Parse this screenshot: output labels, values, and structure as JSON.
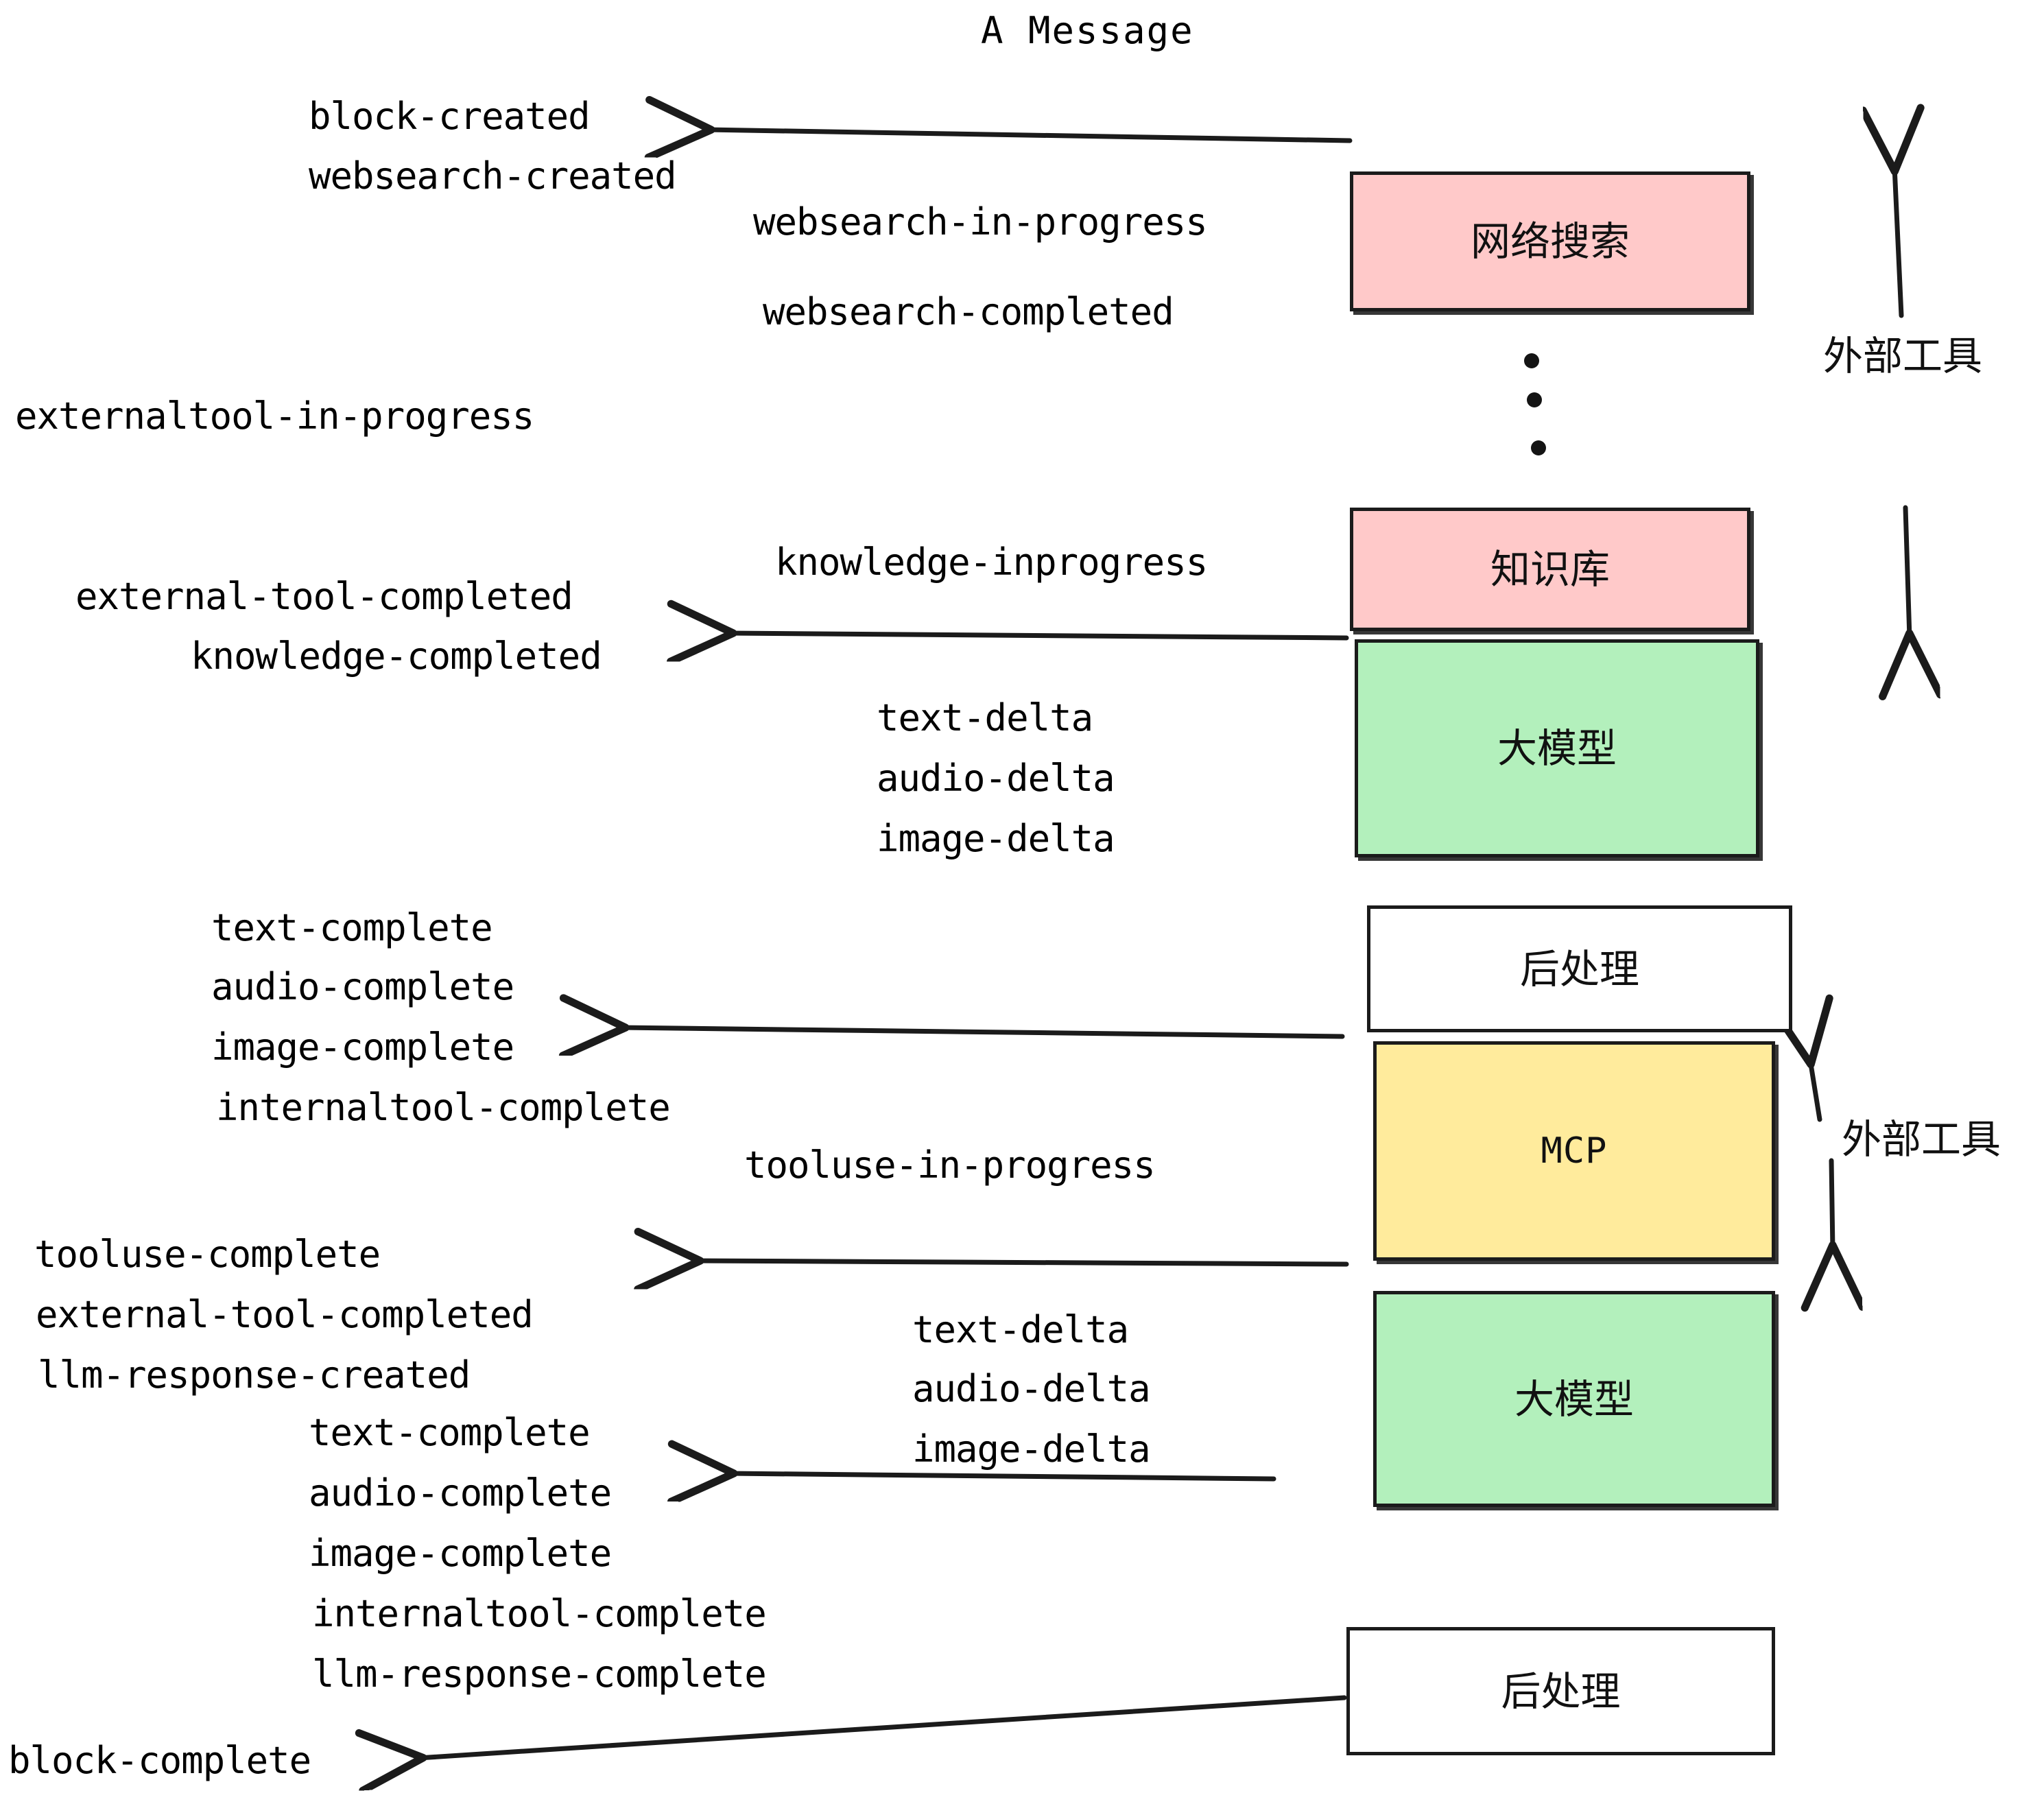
{
  "diagram": {
    "title": "A Message",
    "nodes": [
      {
        "id": "websearch",
        "label": "网络搜索",
        "color": "#ffc9c9",
        "script": "cjk"
      },
      {
        "id": "knowledge",
        "label": "知识库",
        "color": "#ffc9c9",
        "script": "cjk"
      },
      {
        "id": "llm-top",
        "label": "大模型",
        "color": "#b3f0bc",
        "script": "cjk"
      },
      {
        "id": "post-top",
        "label": "后处理",
        "color": "#ffffff",
        "script": "cjk"
      },
      {
        "id": "mcp",
        "label": "MCP",
        "color": "#ffeb9c",
        "script": "latin"
      },
      {
        "id": "llm-bottom",
        "label": "大模型",
        "color": "#b3f0bc",
        "script": "cjk"
      },
      {
        "id": "post-bottom",
        "label": "后处理",
        "color": "#ffffff",
        "script": "cjk"
      }
    ],
    "side_labels": [
      {
        "id": "external-tools-top",
        "text": "外部工具"
      },
      {
        "id": "external-tools-bottom",
        "text": "外部工具"
      }
    ],
    "events": [
      {
        "id": "block-created",
        "text": "block-created"
      },
      {
        "id": "websearch-created",
        "text": "websearch-created"
      },
      {
        "id": "websearch-in-progress",
        "text": "websearch-in-progress"
      },
      {
        "id": "websearch-completed",
        "text": "websearch-completed"
      },
      {
        "id": "externaltool-in-progress",
        "text": "externaltool-in-progress"
      },
      {
        "id": "knowledge-inprogress",
        "text": "knowledge-inprogress"
      },
      {
        "id": "external-tool-completed-1",
        "text": "external-tool-completed"
      },
      {
        "id": "knowledge-completed",
        "text": "knowledge-completed"
      },
      {
        "id": "text-delta-1",
        "text": "text-delta"
      },
      {
        "id": "audio-delta-1",
        "text": "audio-delta"
      },
      {
        "id": "image-delta-1",
        "text": "image-delta"
      },
      {
        "id": "text-complete-1",
        "text": "text-complete"
      },
      {
        "id": "audio-complete-1",
        "text": "audio-complete"
      },
      {
        "id": "image-complete-1",
        "text": "image-complete"
      },
      {
        "id": "internaltool-complete-1",
        "text": "internaltool-complete"
      },
      {
        "id": "tooluse-in-progress",
        "text": "tooluse-in-progress"
      },
      {
        "id": "tooluse-complete",
        "text": "tooluse-complete"
      },
      {
        "id": "external-tool-completed-2",
        "text": "external-tool-completed"
      },
      {
        "id": "llm-response-created",
        "text": "llm-response-created"
      },
      {
        "id": "text-delta-2",
        "text": "text-delta"
      },
      {
        "id": "audio-delta-2",
        "text": "audio-delta"
      },
      {
        "id": "image-delta-2",
        "text": "image-delta"
      },
      {
        "id": "text-complete-2",
        "text": "text-complete"
      },
      {
        "id": "audio-complete-2",
        "text": "audio-complete"
      },
      {
        "id": "image-complete-2",
        "text": "image-complete"
      },
      {
        "id": "internaltool-complete-2",
        "text": "internaltool-complete"
      },
      {
        "id": "llm-response-complete",
        "text": "llm-response-complete"
      },
      {
        "id": "block-complete",
        "text": "block-complete"
      }
    ],
    "ellipsis_dots": 3,
    "colors": {
      "pink": "#ffc9c9",
      "green": "#b3f0bc",
      "yellow": "#ffeb9c",
      "white": "#ffffff",
      "stroke": "#1b1b1b",
      "text": "#000000",
      "background": "#ffffff"
    }
  }
}
